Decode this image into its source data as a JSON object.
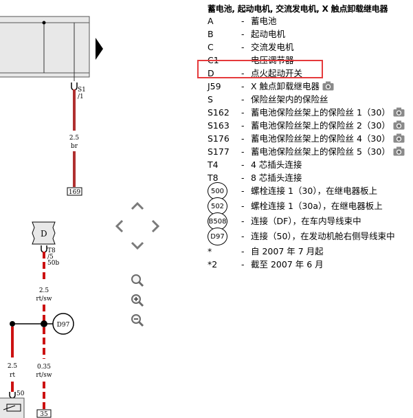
{
  "legend": {
    "title": "蓄电池, 起动电机, 交流发电机, X 触点卸载继电器",
    "separator": "-",
    "camera_icon": "camera-icon",
    "highlight_color": "#e5393b",
    "items": [
      {
        "code": "A",
        "desc": "蓄电池",
        "camera": false,
        "circle": false
      },
      {
        "code": "B",
        "desc": "起动电机",
        "camera": false,
        "circle": false
      },
      {
        "code": "C",
        "desc": "交流发电机",
        "camera": false,
        "circle": false
      },
      {
        "code": "C1",
        "desc": "电压调节器",
        "camera": false,
        "circle": false
      },
      {
        "code": "D",
        "desc": "点火起动开关",
        "camera": false,
        "circle": false
      },
      {
        "code": "J59",
        "desc": "X 触点卸载继电器",
        "camera": true,
        "circle": false
      },
      {
        "code": "S",
        "desc": "保险丝架内的保险丝",
        "camera": false,
        "circle": false
      },
      {
        "code": "S162",
        "desc": "蓄电池保险丝架上的保险丝 1（30）",
        "camera": true,
        "circle": false
      },
      {
        "code": "S163",
        "desc": "蓄电池保险丝架上的保险丝 2（30）",
        "camera": true,
        "circle": false
      },
      {
        "code": "S176",
        "desc": "蓄电池保险丝架上的保险丝 4（30）",
        "camera": true,
        "circle": false
      },
      {
        "code": "S177",
        "desc": "蓄电池保险丝架上的保险丝 5（30）",
        "camera": true,
        "circle": false
      },
      {
        "code": "T4",
        "desc": "4 芯插头连接",
        "camera": false,
        "circle": false
      },
      {
        "code": "T8",
        "desc": "8 芯插头连接",
        "camera": false,
        "circle": false
      },
      {
        "code": "500",
        "desc": "螺栓连接 1（30），在继电器板上",
        "camera": false,
        "circle": true
      },
      {
        "code": "502",
        "desc": "螺栓连接 1（30a），在继电器板上",
        "camera": false,
        "circle": true
      },
      {
        "code": "B508",
        "desc": "连接（DF），在车内导线束中",
        "camera": false,
        "circle": true
      },
      {
        "code": "D97",
        "desc": "连接（50），在发动机舱右侧导线束中",
        "camera": false,
        "circle": true
      },
      {
        "code": "*",
        "desc": "自 2007 年 7 月起",
        "camera": false,
        "circle": false
      },
      {
        "code": "*2",
        "desc": "截至 2007 年 6 月",
        "camera": false,
        "circle": false
      }
    ]
  },
  "diagram": {
    "colors": {
      "wire_red": "#cc1111",
      "wire_brown": "#b03030",
      "box_fill": "#e8e8e8"
    },
    "labels": {
      "s1_top": "S1",
      "s1_pin": "/1",
      "w1_size": "2.5",
      "w1_color": "br",
      "w1_ref": "169",
      "d_box": "D",
      "t8_top": "T8",
      "t8_pin": "/5",
      "t8_term": "50b",
      "w2_size": "2.5",
      "w2_color": "rt/sw",
      "w3_size": "2.5",
      "w3_color": "rt",
      "w4_size": "0.35",
      "w4_color": "rt/sw",
      "splice": "D97",
      "bottom_term": "50",
      "bottom_ref": "35"
    }
  },
  "nav": {
    "up": "chevron-up-icon",
    "down": "chevron-down-icon",
    "left": "chevron-left-icon",
    "right": "chevron-right-icon",
    "zoom_fit": "magnifier-icon",
    "zoom_in": "zoom-in-icon",
    "zoom_out": "zoom-out-icon"
  }
}
